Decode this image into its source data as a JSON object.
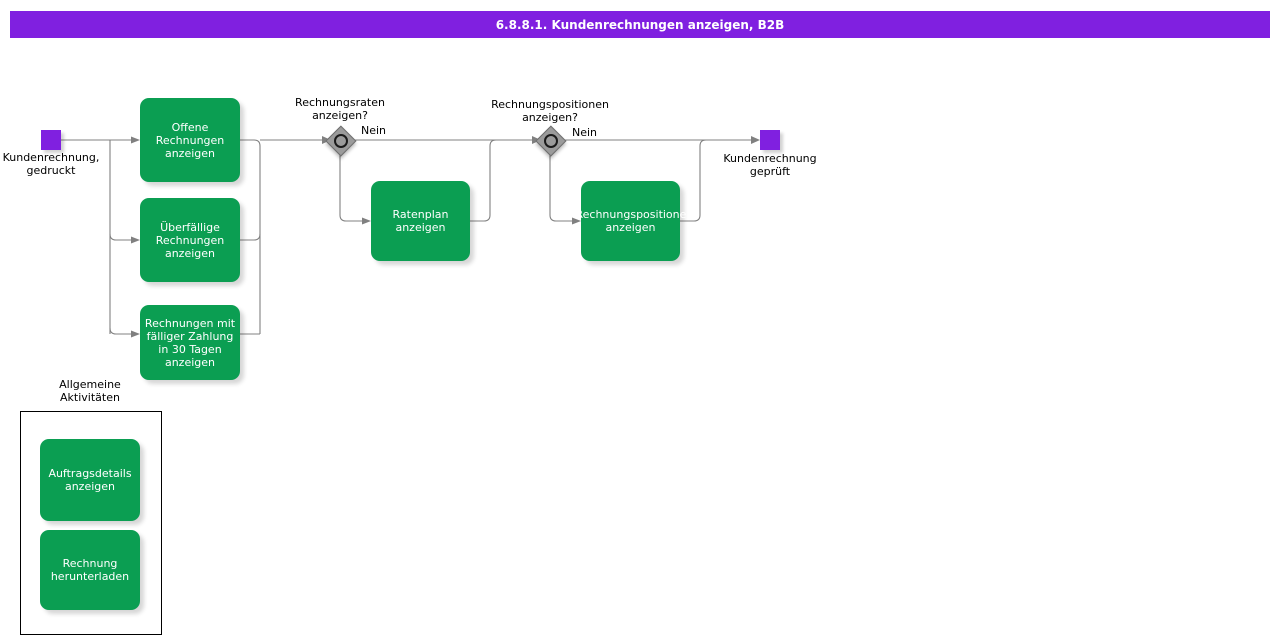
{
  "header": {
    "title": "6.8.8.1. Kundenrechnungen anzeigen, B2B",
    "bar_color": "#8020e0",
    "text_color": "#ffffff"
  },
  "palette": {
    "task_fill": "#0b9e52",
    "task_text": "#ffffff",
    "event_fill": "#8020e0",
    "gateway_fill": "#9b9b9b",
    "connector": "#808080",
    "group_border": "#000000",
    "canvas": "#ffffff"
  },
  "diagram": {
    "type": "bpmn-process-flow",
    "start_event": {
      "name": "start-event",
      "label": "Kundenrechnung,\ngedruckt",
      "shape": "square",
      "color": "#8020e0"
    },
    "end_event": {
      "name": "end-event",
      "label": "Kundenrechnung\ngeprüft",
      "shape": "square",
      "color": "#8020e0"
    },
    "tasks": [
      {
        "id": "t1",
        "label": "Offene\nRechnungen\nanzeigen"
      },
      {
        "id": "t2",
        "label": "Überfällige\nRechnungen\nanzeigen"
      },
      {
        "id": "t3",
        "label": "Rechnungen mit\nfälliger Zahlung\nin 30 Tagen\nanzeigen"
      },
      {
        "id": "t4",
        "label": "Ratenplan\nanzeigen"
      },
      {
        "id": "t5",
        "label": "Rechnungspositionen\nanzeigen"
      }
    ],
    "gateways": [
      {
        "id": "g1",
        "kind": "inclusive-or",
        "question": "Rechnungsraten\nanzeigen?",
        "branch_label": "Nein"
      },
      {
        "id": "g2",
        "kind": "inclusive-or",
        "question": "Rechnungspositionen\nanzeigen?",
        "branch_label": "Nein"
      }
    ],
    "group": {
      "id": "grp1",
      "title": "Allgemeine\nAktivitäten",
      "tasks": [
        {
          "id": "gt1",
          "label": "Auftragsdetails\nanzeigen"
        },
        {
          "id": "gt2",
          "label": "Rechnung\nherunterladen"
        }
      ]
    }
  }
}
